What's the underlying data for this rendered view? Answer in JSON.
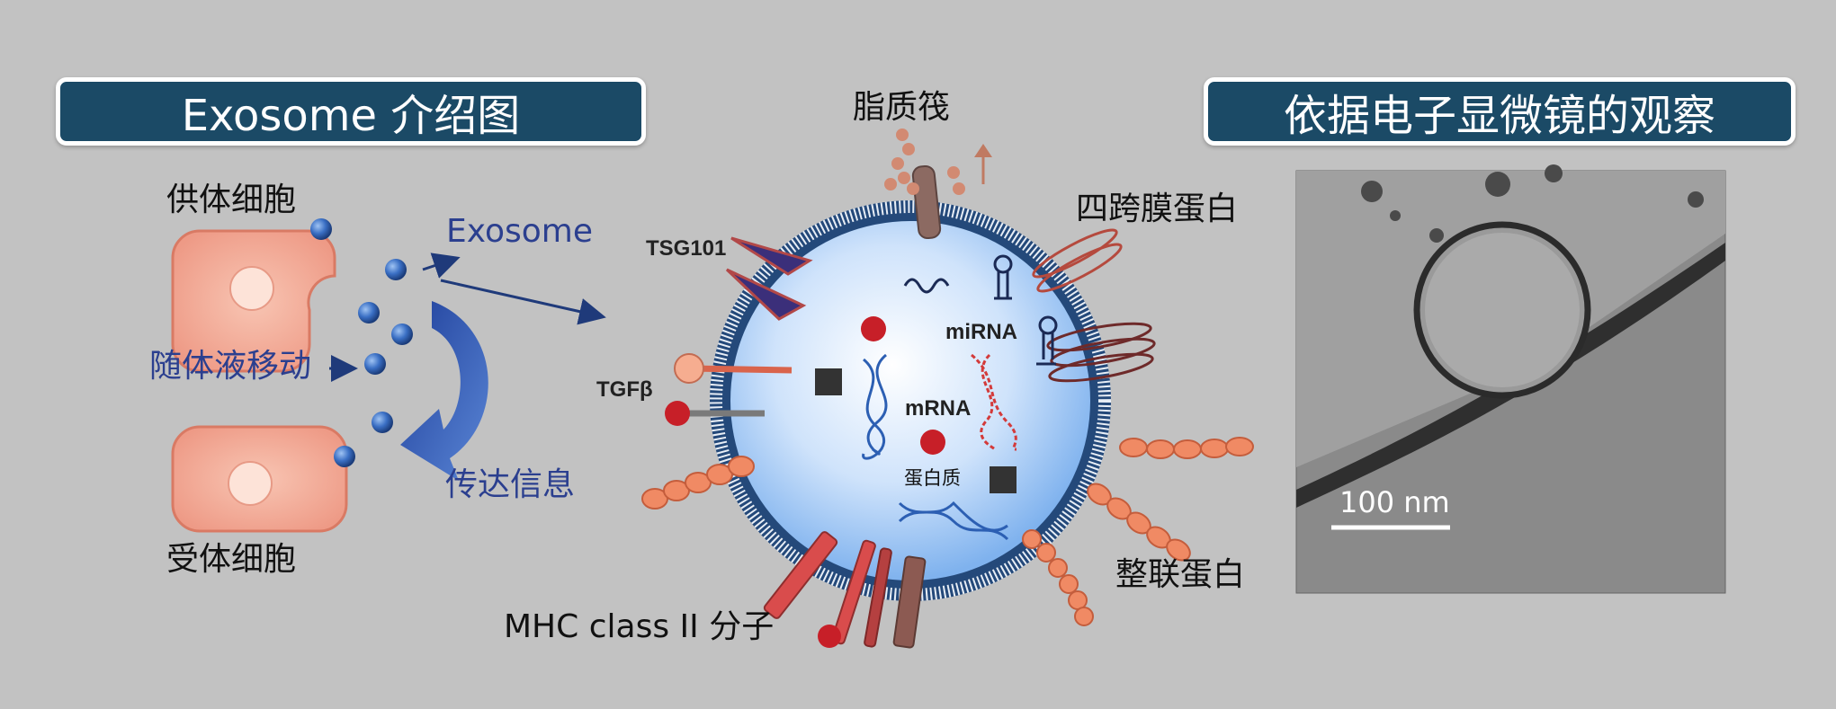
{
  "left_panel": {
    "title": "Exosome 介绍图",
    "donor_cell": "供体细胞",
    "exosome": "Exosome",
    "body_fluid": "随体液移动",
    "transmit": "传达信息",
    "recipient_cell": "受体细胞"
  },
  "middle_panel": {
    "lipid_raft": "脂质筏",
    "tetraspanin": "四跨膜蛋白",
    "tsg101": "TSG101",
    "tgfb": "TGFβ",
    "mirna": "miRNA",
    "mrna": "mRNA",
    "protein": "蛋白质",
    "integrin": "整联蛋白",
    "mhc": "MHC class II 分子"
  },
  "right_panel": {
    "title": "依据电子显微镜的观察",
    "scale_bar": "100 nm"
  },
  "colors": {
    "banner": "#1b4a66",
    "cell": "#f2a693",
    "exosome_bead": "#3a6fc4",
    "label_blue": "#2b3f8f"
  }
}
